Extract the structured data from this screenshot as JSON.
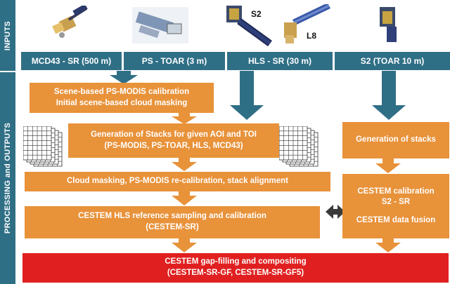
{
  "sidebar": {
    "inputs_label": "INPUTS",
    "processing_label": "PROCESSING and OUTPUTS"
  },
  "inputs": {
    "headers": [
      "MCD43 - SR (500 m)",
      "PS - TOAR (3 m)",
      "HLS - SR (30 m)",
      "S2 (TOAR 10 m)"
    ],
    "satellite_labels": {
      "s2": "S2",
      "l8": "L8"
    }
  },
  "processing": {
    "calibration_line1": "Scene-based PS-MODIS calibration",
    "calibration_line2": "Initial scene-based cloud masking",
    "stacks_line1": "Generation of Stacks for given AOI and TOI",
    "stacks_line2": "(PS-MODIS, PS-TOAR, HLS, MCD43)",
    "cloud_masking": "Cloud masking, PS-MODIS re-calibration, stack alignment",
    "hls_line1": "CESTEM HLS reference sampling and calibration",
    "hls_line2": "(CESTEM-SR)",
    "gapfill_line1": "CESTEM gap-filling and compositing",
    "gapfill_line2": "(CESTEM-SR-GF, CESTEM-SR-GF5)",
    "s2_stacks": "Generation of stacks",
    "s2_calibration_line1": "CESTEM calibration",
    "s2_calibration_line2": "S2 - SR",
    "s2_fusion": "CESTEM data fusion"
  },
  "colors": {
    "sidebar": "#2f6f86",
    "process_box": "#e8923a",
    "output_box": "#e02020",
    "arrow_blue": "#2f6f86",
    "arrow_orange": "#e8923a"
  },
  "icons": [
    "satellite-icon",
    "stack-grid-icon",
    "double-arrow-icon"
  ]
}
